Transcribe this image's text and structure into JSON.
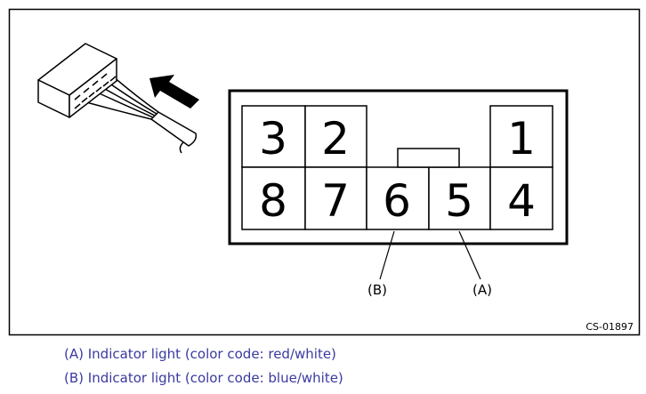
{
  "figure_code": "CS-01897",
  "connector_pins": {
    "top_row": [
      "3",
      "2",
      "1"
    ],
    "bottom_row": [
      "8",
      "7",
      "6",
      "5",
      "4"
    ]
  },
  "callouts": {
    "a": "(A)",
    "b": "(B)"
  },
  "legend": [
    {
      "tag": "(A)",
      "text": "Indicator light (color code: red/white)"
    },
    {
      "tag": "(B)",
      "text": "Indicator light (color code: blue/white)"
    }
  ],
  "colors": {
    "line": "#000000",
    "legend_text": "#3a3aa0",
    "background": "#ffffff"
  }
}
